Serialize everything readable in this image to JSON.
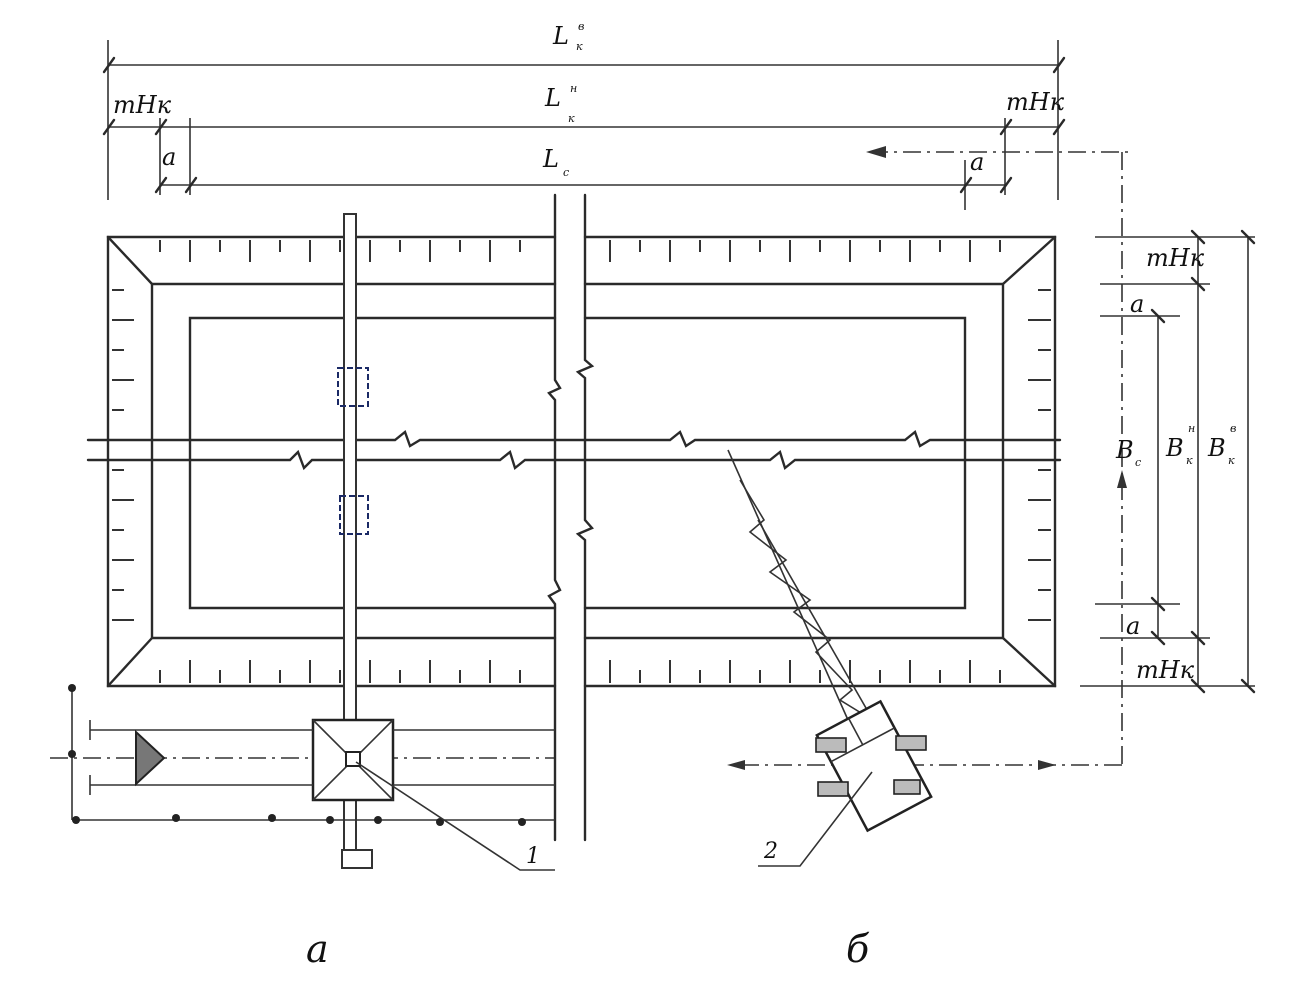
{
  "labels": {
    "Lkv": {
      "main": "L",
      "sup": "в",
      "sub": "к"
    },
    "Lkn": {
      "main": "L",
      "sup": "н",
      "sub": "к"
    },
    "Lc": {
      "main": "L",
      "sub": "с"
    },
    "tHk_left": "mНк",
    "tHk_right": "mНк",
    "a_top_left": "a",
    "a_top_right": "a",
    "tHk_side_top": "mНк",
    "tHk_side_bottom": "mНк",
    "a_side_top": "a",
    "a_side_bottom": "a",
    "Bc": {
      "main": "B",
      "sub": "с"
    },
    "Bkn": {
      "main": "B",
      "sup": "н",
      "sub": "к"
    },
    "Bkv": {
      "main": "B",
      "sup": "в",
      "sub": "к"
    }
  },
  "callouts": {
    "one": "1",
    "two": "2"
  },
  "captions": {
    "a": "а",
    "b": "б"
  }
}
